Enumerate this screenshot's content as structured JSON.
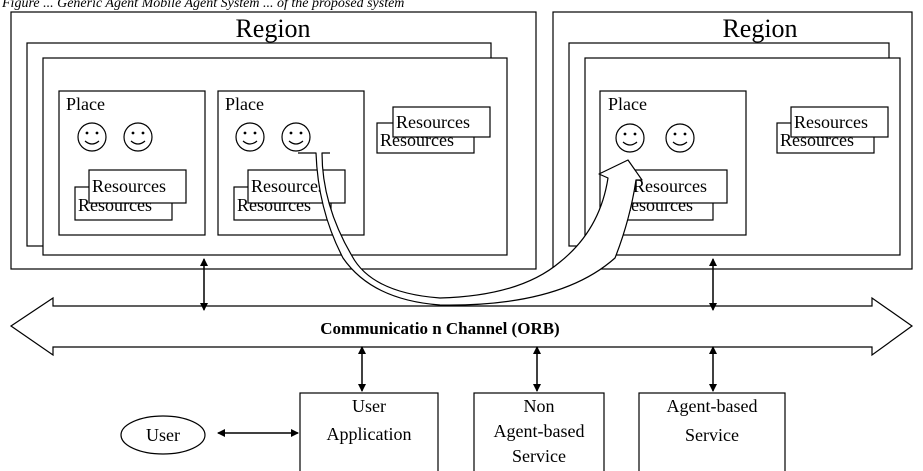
{
  "caption": "Figure ... Generic Agent Mobile Agent System ... of the proposed system",
  "region_left": {
    "title": "Region"
  },
  "region_right": {
    "title": "Region"
  },
  "place_label": "Place",
  "resources_label": "Resources",
  "channel_label": "Communicatio n Channel (ORB)",
  "user_label": "User",
  "user_application": {
    "line1": "User",
    "line2": "Application"
  },
  "non_agent_service": {
    "line1": "Non",
    "line2": "Agent-based",
    "line3": "Service"
  },
  "agent_service": {
    "line1": "Agent-based",
    "line2": "Service"
  }
}
